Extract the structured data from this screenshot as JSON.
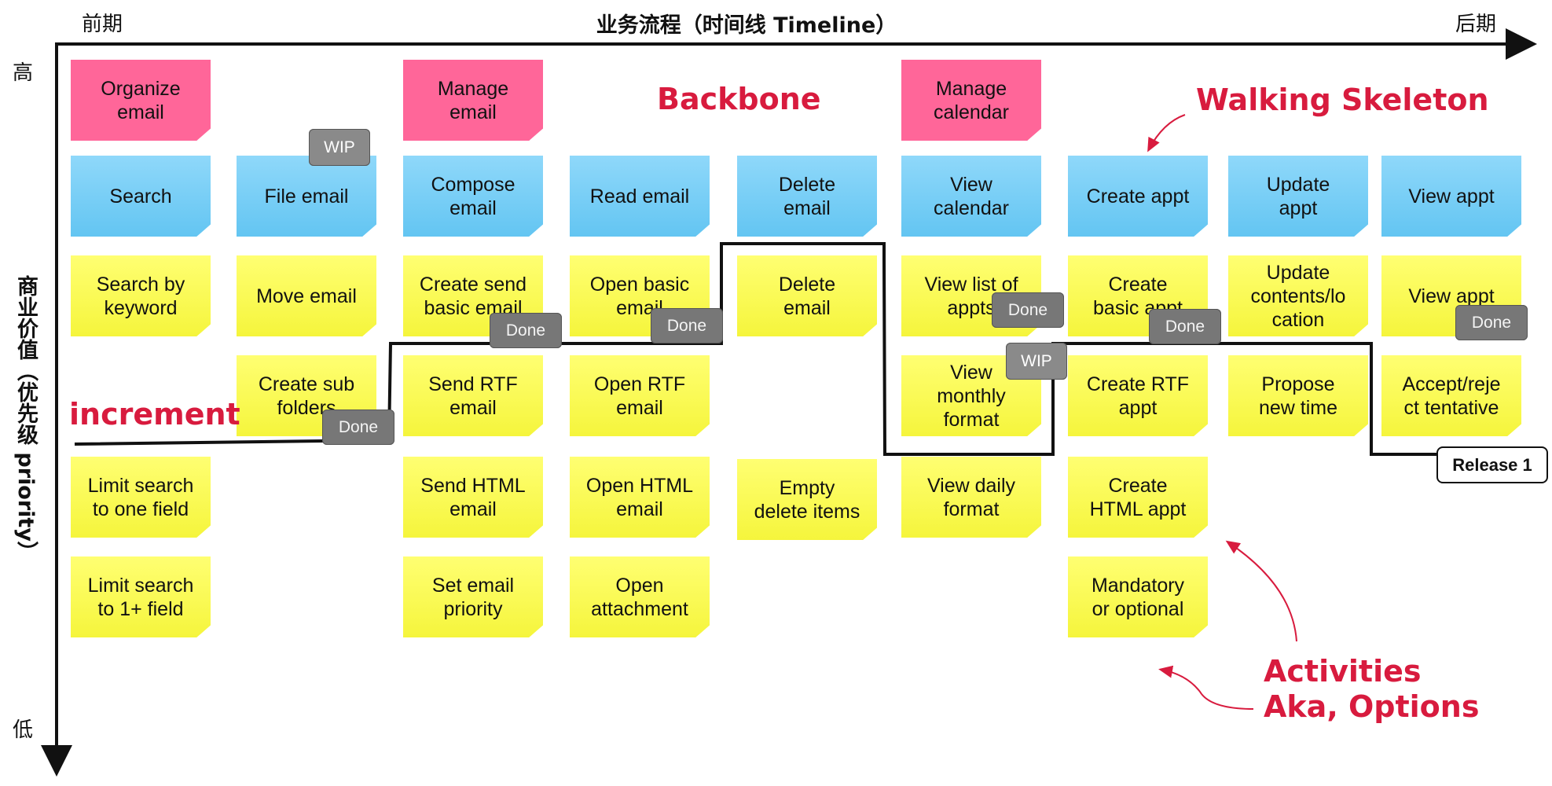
{
  "header": {
    "early": "前期",
    "title": "业务流程（时间线 Timeline）",
    "late": "后期"
  },
  "priority_axis": {
    "high": "高",
    "title": "商业价值（优先级 priority）",
    "low": "低"
  },
  "callouts": {
    "backbone": "Backbone",
    "walking_skeleton": "Walking Skeleton",
    "increment": "increment",
    "activities_line1": "Activities",
    "activities_line2": "Aka, Options",
    "release": "Release 1"
  },
  "colors": {
    "backbone": "#ff6699",
    "walking_skeleton": "#63c5f2",
    "activities": "#f5f53c",
    "callout": "#d81b3e"
  },
  "backbone": [
    {
      "label": "Organize\nemail"
    },
    {
      "label": "Manage\nemail"
    },
    {
      "label": "Manage\ncalendar"
    }
  ],
  "walking_skeleton": [
    {
      "label": "Search"
    },
    {
      "label": "File email"
    },
    {
      "label": "Compose\nemail"
    },
    {
      "label": "Read email"
    },
    {
      "label": "Delete\nemail"
    },
    {
      "label": "View\ncalendar"
    },
    {
      "label": "Create appt"
    },
    {
      "label": "Update\nappt"
    },
    {
      "label": "View appt"
    }
  ],
  "activities": [
    {
      "label": "Search by\nkeyword"
    },
    {
      "label": "Move email"
    },
    {
      "label": "Create send\nbasic email"
    },
    {
      "label": "Open basic\nemail"
    },
    {
      "label": "Delete\nemail"
    },
    {
      "label": "View list of\nappts"
    },
    {
      "label": "Create\nbasic appt"
    },
    {
      "label": "Update\ncontents/lo\ncation"
    },
    {
      "label": "View appt"
    },
    {
      "label": "Create sub\nfolders"
    },
    {
      "label": "Send RTF\nemail"
    },
    {
      "label": "Open RTF\nemail"
    },
    {
      "label": "View\nmonthly\nformat"
    },
    {
      "label": "Create  RTF\nappt"
    },
    {
      "label": "Propose\nnew time"
    },
    {
      "label": "Accept/reje\nct tentative"
    },
    {
      "label": "Limit search\nto one field"
    },
    {
      "label": "Send HTML\nemail"
    },
    {
      "label": "Open HTML\nemail"
    },
    {
      "label": "Empty\ndelete items"
    },
    {
      "label": "View daily\nformat"
    },
    {
      "label": "Create\nHTML appt"
    },
    {
      "label": "Limit search\nto 1+ field"
    },
    {
      "label": "Set email\npriority"
    },
    {
      "label": "Open\nattachment"
    },
    {
      "label": "Mandatory\nor optional"
    }
  ],
  "badges": [
    {
      "label": "WIP"
    },
    {
      "label": "Done"
    },
    {
      "label": "Done"
    },
    {
      "label": "Done"
    },
    {
      "label": "Done"
    },
    {
      "label": "Done"
    },
    {
      "label": "WIP"
    },
    {
      "label": "Done"
    }
  ]
}
